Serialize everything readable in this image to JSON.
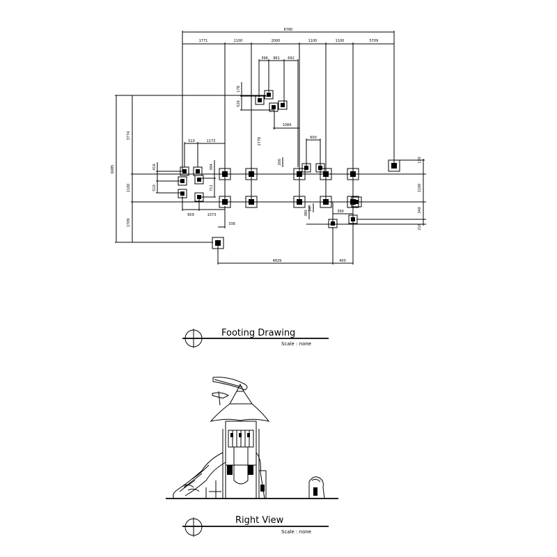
{
  "footing": {
    "title": "Footing Drawing",
    "scale": "Scale : none",
    "dims": {
      "overall_top": "8780",
      "top_segments": [
        "1771",
        "1100",
        "2000",
        "1100",
        "1100",
        "5709"
      ],
      "cluster_top": [
        "396",
        "961",
        "692"
      ],
      "v178": "178",
      "v526": "526",
      "d1084": "1084",
      "v2776": "2776",
      "d600": "600",
      "d200": "200",
      "left_total": "6085",
      "left_upper": "3774",
      "left_mid": "1100",
      "left_lower": "1709",
      "d510": "510",
      "d1173": "1173",
      "v416": "416",
      "v394": "394",
      "v510": "510",
      "v711": "711",
      "d609": "609",
      "d1073": "1073",
      "d338": "338",
      "d390": "390",
      "v380": "380",
      "v247": "247",
      "right_130": "130",
      "right_1100": "1100",
      "right_340": "340",
      "right_216": "216",
      "bottom_4829": "4829",
      "bottom_400": "400"
    }
  },
  "right_view": {
    "title": "Right View",
    "scale": "Scale : none"
  }
}
